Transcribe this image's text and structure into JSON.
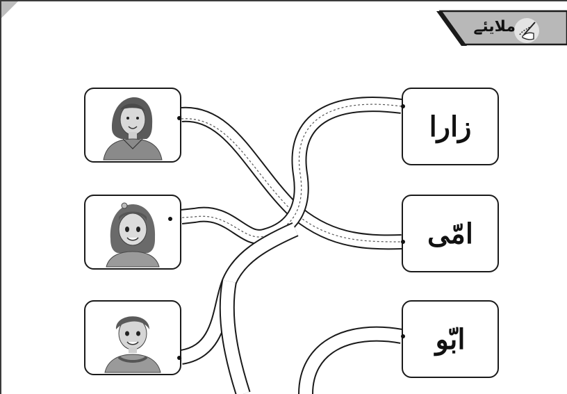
{
  "header": {
    "title": "ملایئے",
    "icon": "pencil-hand-icon"
  },
  "pictures": [
    {
      "id": "mother",
      "icon": "woman-portrait-icon"
    },
    {
      "id": "girl",
      "icon": "girl-portrait-icon"
    },
    {
      "id": "boy",
      "icon": "boy-portrait-icon"
    }
  ],
  "words": [
    {
      "text": "زارا"
    },
    {
      "text": "امّی"
    },
    {
      "text": "ابّو"
    }
  ],
  "colors": {
    "outline": "#1a1a1a",
    "header_fill": "#b8b8b8",
    "icon_bg": "#d9d9d9"
  }
}
